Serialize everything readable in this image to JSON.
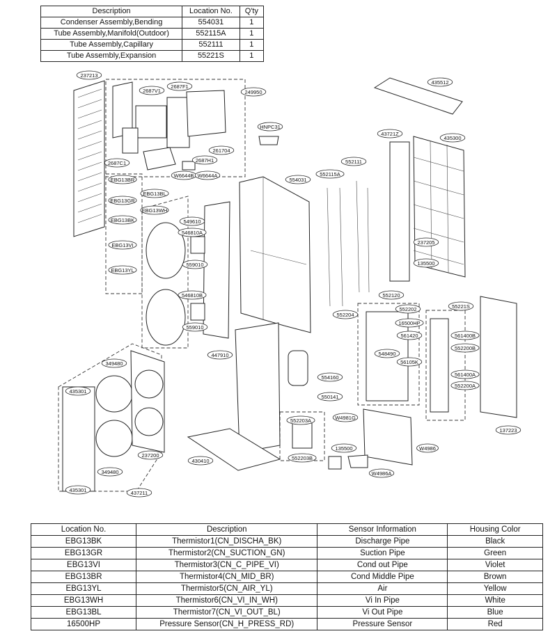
{
  "top_table": {
    "headers": [
      "Description",
      "Location No.",
      "Q'ty"
    ],
    "rows": [
      [
        "Condenser Assembly,Bending",
        "554031",
        "1"
      ],
      [
        "Tube Assembly,Manifold(Outdoor)",
        "552115A",
        "1"
      ],
      [
        "Tube Assembly,Capillary",
        "552111",
        "1"
      ],
      [
        "Tube Assembly,Expansion",
        "55221S",
        "1"
      ]
    ]
  },
  "bottom_table": {
    "headers": [
      "Location No.",
      "Description",
      "Sensor Information",
      "Housing Color"
    ],
    "rows": [
      [
        "EBG13BK",
        "Thermistor1(CN_DISCHA_BK)",
        "Discharge Pipe",
        "Black"
      ],
      [
        "EBG13GR",
        "Thermistor2(CN_SUCTION_GN)",
        "Suction Pipe",
        "Green"
      ],
      [
        "EBG13VI",
        "Thermistor3(CN_C_PIPE_VI)",
        "Cond out Pipe",
        "Violet"
      ],
      [
        "EBG13BR",
        "Thermistor4(CN_MID_BR)",
        "Cond Middle Pipe",
        "Brown"
      ],
      [
        "EBG13YL",
        "Thermistor5(CN_AIR_YL)",
        "Air",
        "Yellow"
      ],
      [
        "EBG13WH",
        "Thermistor6(CN_VI_IN_WH)",
        "Vi In Pipe",
        "White"
      ],
      [
        "EBG13BL",
        "Thermistor7(CN_VI_OUT_BL)",
        "Vi Out Pipe",
        "Blue"
      ],
      [
        "16500HP",
        "Pressure Sensor(CN_H_PRESS_RD)",
        "Pressure Sensor",
        "Red"
      ]
    ]
  },
  "diagram_labels": [
    "237213",
    "2687V1",
    "2687F1",
    "249950",
    "435512",
    "HNPC31",
    "43721Z",
    "435300",
    "2687C1",
    "261704",
    "2687H1",
    "W6644B",
    "W6644A",
    "554031",
    "552115A",
    "552111",
    "EBG13BR",
    "EBG13BL",
    "EBG13GR",
    "EBG13WH",
    "EBG13BK",
    "EBG13VI",
    "EBG13YL",
    "549610",
    "546810A",
    "559010",
    "546810B",
    "559010",
    "237205",
    "135500",
    "552120",
    "552202",
    "16500HP",
    "561420",
    "548490",
    "56105K",
    "55221S",
    "561400B",
    "552200B",
    "561400A",
    "552200A",
    "552204",
    "447910",
    "554160",
    "550141",
    "349480",
    "435301",
    "237200",
    "349480",
    "435301",
    "437211",
    "552203A",
    "552203B",
    "W4981G",
    "135500",
    "W4986",
    "W4986A",
    "430410",
    "137223"
  ]
}
